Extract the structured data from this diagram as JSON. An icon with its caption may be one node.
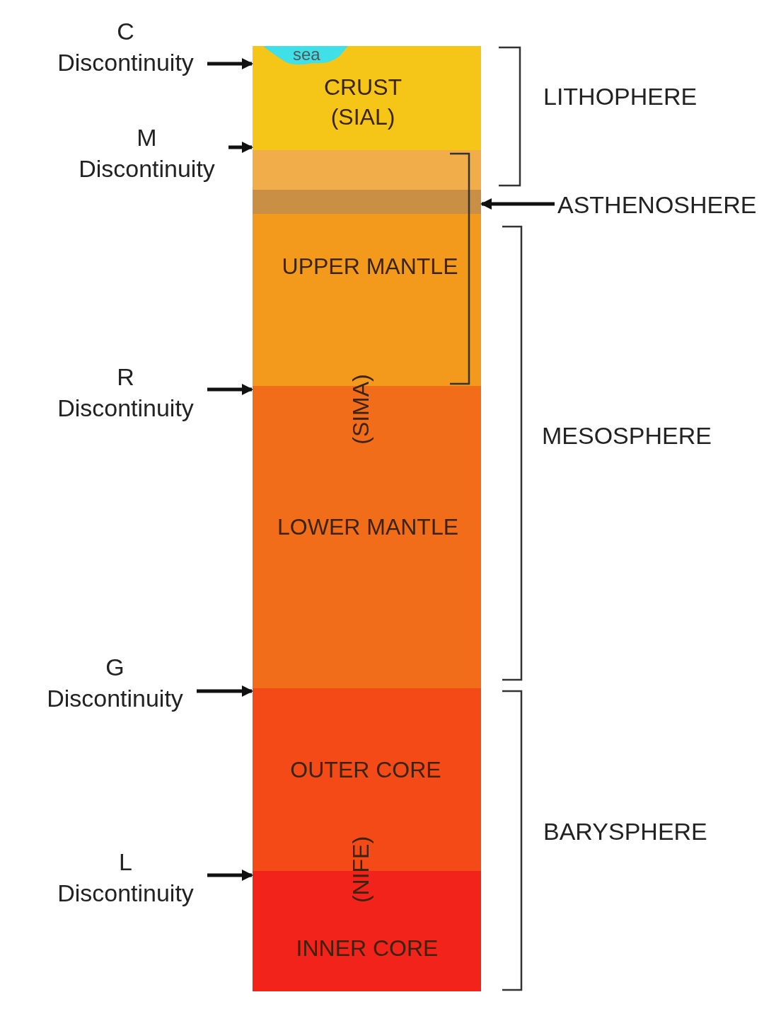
{
  "diagram": {
    "nodes": [
      {
        "text": [
          "C Discontinuity"
        ]
      },
      {
        "text": [
          "M Discontinuity"
        ]
      },
      {
        "text": [
          "R Discontinuity"
        ]
      },
      {
        "text": [
          "G Discontinuity"
        ]
      },
      {
        "text": [
          "L Discontinuity"
        ]
      },
      {
        "text": [
          "CRUST (SIAL)"
        ]
      },
      {
        "text": [
          "sea"
        ],
        "in": 5
      },
      {
        "text": [],
        "shape": "bar"
      },
      {
        "text": [],
        "shape": "bar"
      },
      {
        "text": [
          "UPPER MANTLE"
        ]
      },
      {
        "text": [
          "LOWER MANTLE"
        ]
      },
      {
        "text": [
          "OUTER CORE"
        ]
      },
      {
        "text": [
          "INNER CORE"
        ]
      },
      {
        "text": [
          "ASTHENOSHERE"
        ]
      }
    ],
    "edges": [
      {
        "from": 0,
        "to": 5,
        "arrow": "to"
      },
      {
        "from": 1,
        "to": 5,
        "arrow": "to"
      },
      {
        "from": 2,
        "to": 10,
        "arrow": "to"
      },
      {
        "from": 3,
        "to": 11,
        "arrow": "to"
      },
      {
        "from": 4,
        "to": 12,
        "arrow": "to"
      },
      {
        "from": 13,
        "to": 8,
        "arrow": "to"
      }
    ],
    "labels": [
      "LITHOPHERE",
      "(SIMA)",
      "MESOSPHERE",
      "BARYSPHERE",
      "(NIFE)"
    ]
  }
}
